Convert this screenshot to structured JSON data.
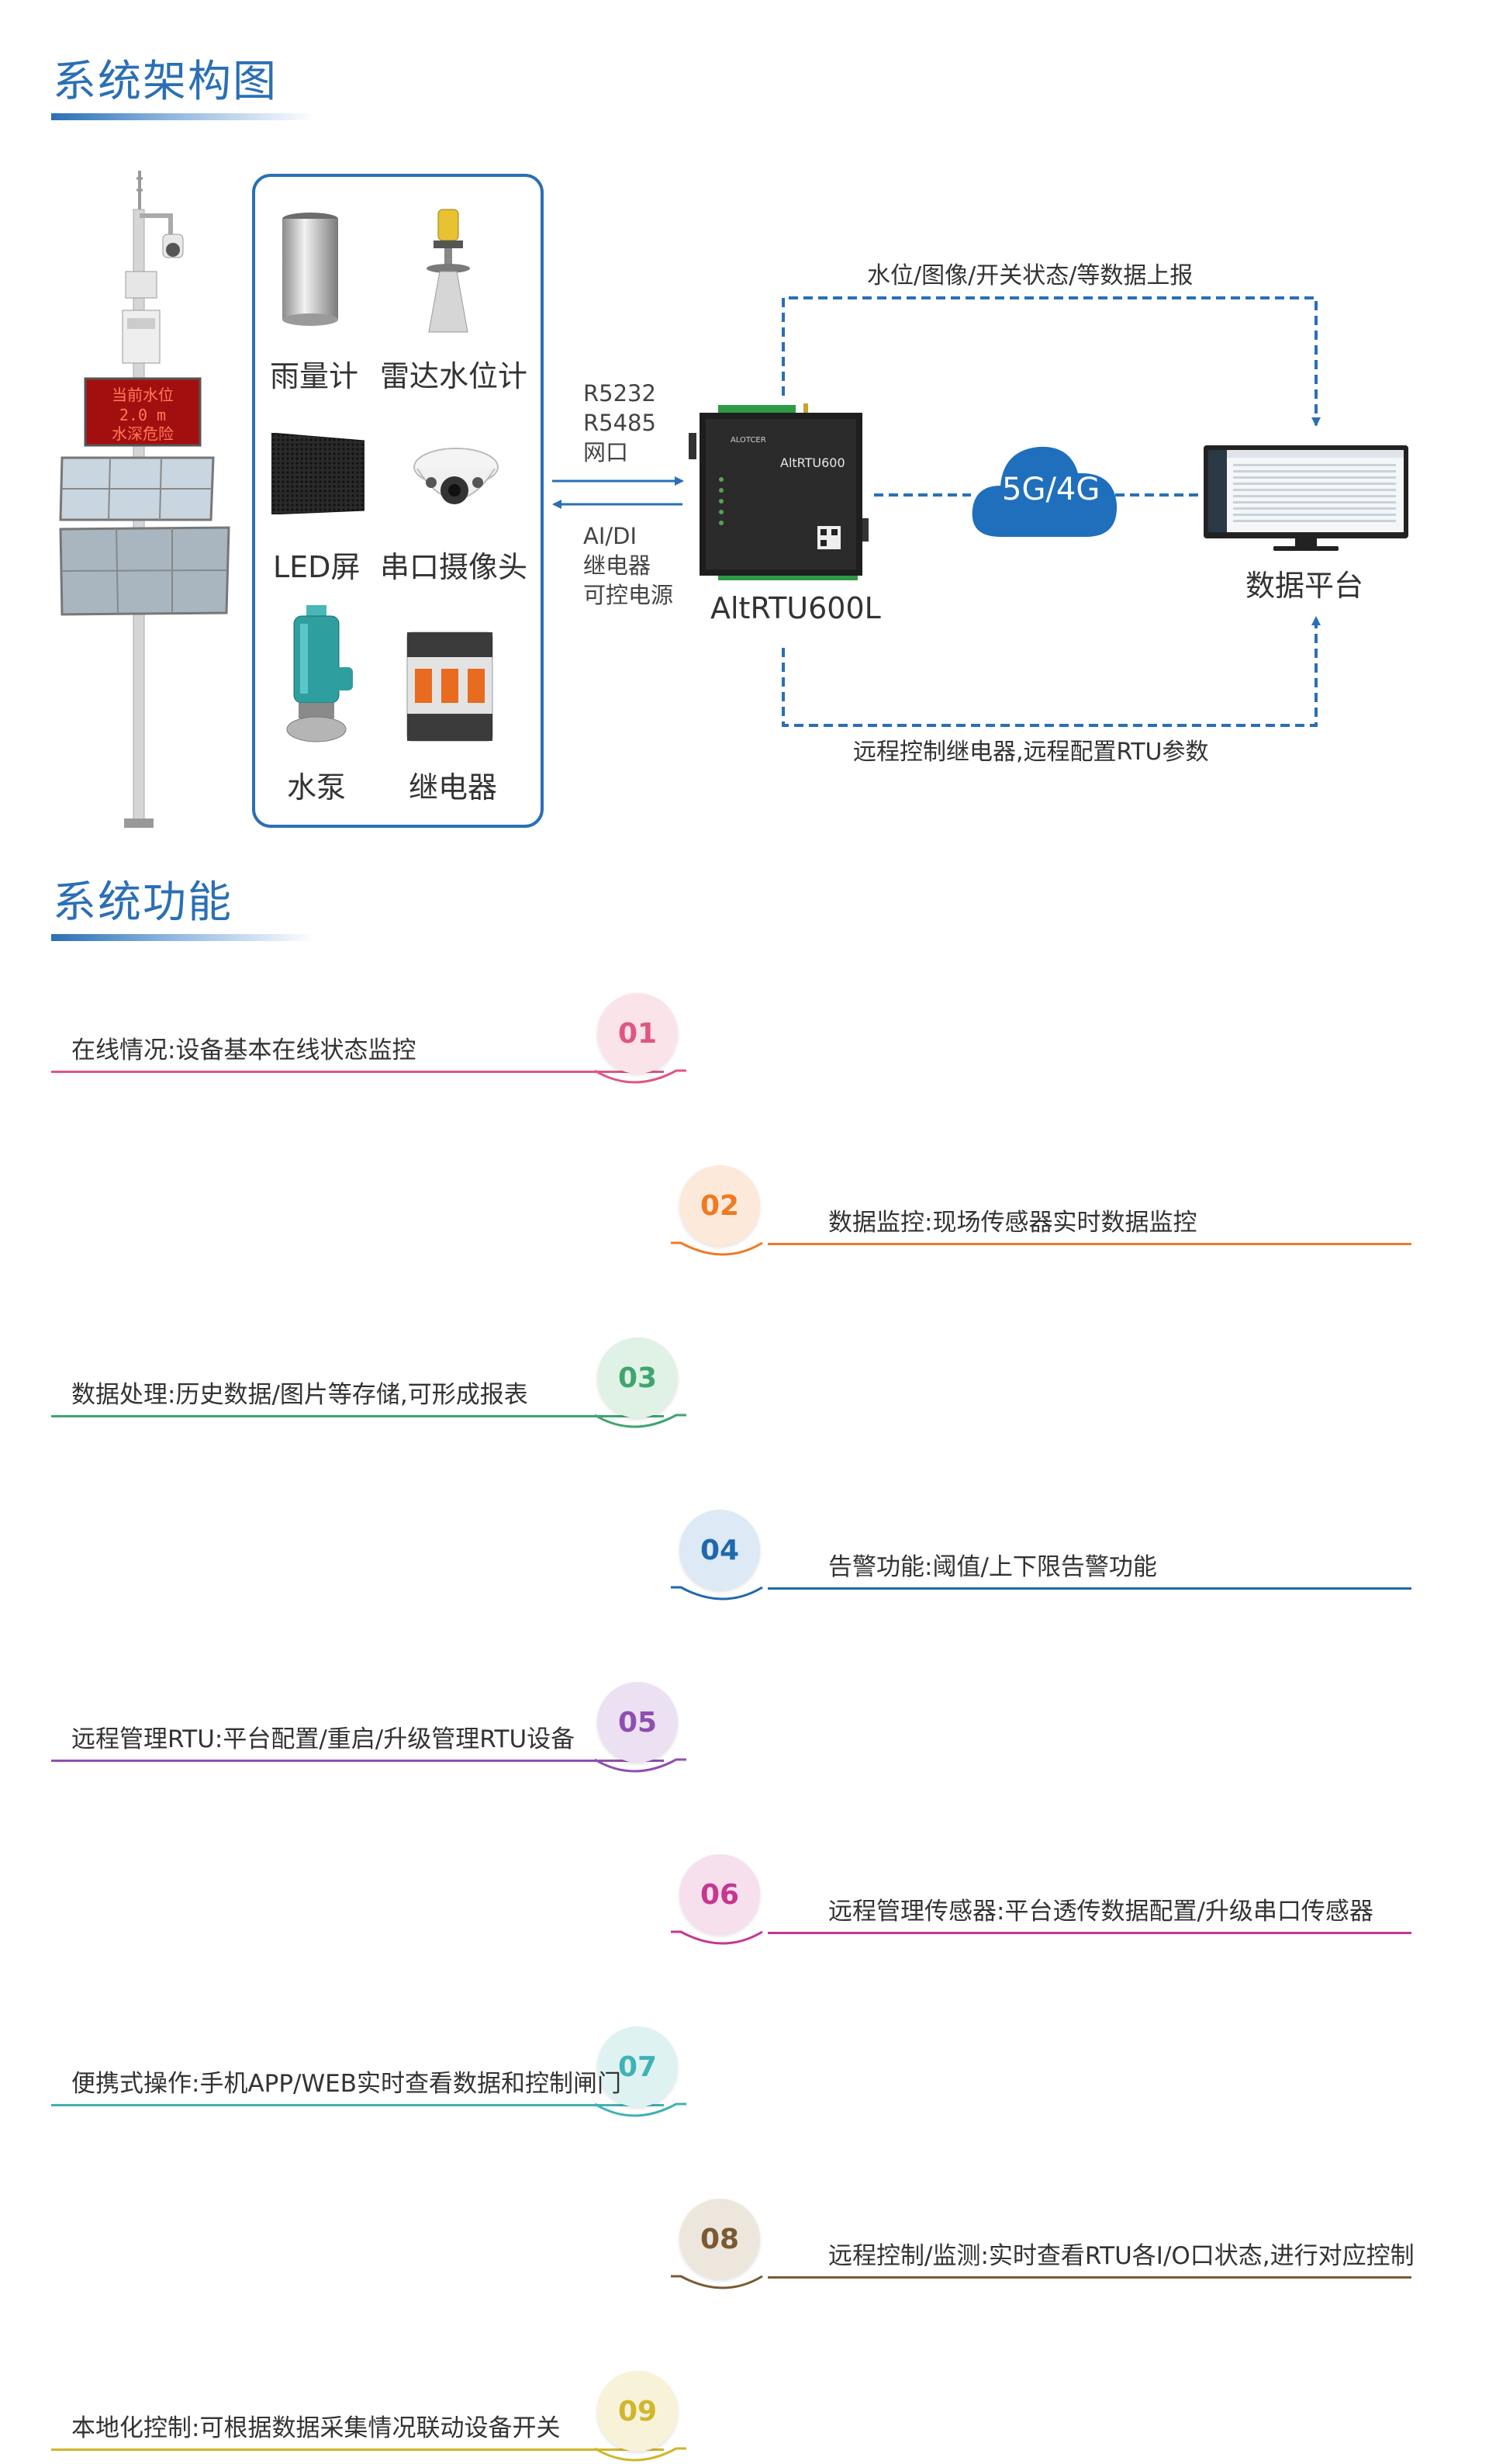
{
  "sections": {
    "architecture_title": "系统架构图",
    "functions_title": "系统功能"
  },
  "devices": [
    {
      "label": "雨量计"
    },
    {
      "label": "雷达水位计"
    },
    {
      "label": "LED屏"
    },
    {
      "label": "串口摄像头"
    },
    {
      "label": "水泵"
    },
    {
      "label": "继电器"
    }
  ],
  "led_board": {
    "line1": "当前水位",
    "line2": "2.0 m",
    "line3": "水深危险"
  },
  "interfaces": {
    "upstream": [
      "R5232",
      "R5485",
      "网口"
    ],
    "downstream": [
      "AI/DI",
      "继电器",
      "可控电源"
    ]
  },
  "rtu": {
    "name": "AltRTU600L",
    "device_print": "AltRTU600",
    "brand": "ALOTCER"
  },
  "network": {
    "cloud_label": "5G/4G"
  },
  "platform": {
    "label": "数据平台"
  },
  "flows": {
    "upload": "水位/图像/开关状态/等数据上报",
    "control": "远程控制继电器,远程配置RTU参数"
  },
  "functions": [
    {
      "num": "01",
      "text": "在线情况:设备基本在线状态监控",
      "color": "#e0567f",
      "bg": "#fbe3ea"
    },
    {
      "num": "02",
      "text": "数据监控:现场传感器实时数据监控",
      "color": "#ef7a23",
      "bg": "#fde9d9"
    },
    {
      "num": "03",
      "text": "数据处理:历史数据/图片等存储,可形成报表",
      "color": "#3ea56e",
      "bg": "#e0f1e6"
    },
    {
      "num": "04",
      "text": "告警功能:阈值/上下限告警功能",
      "color": "#1f68ae",
      "bg": "#dde9f5"
    },
    {
      "num": "05",
      "text": "远程管理RTU:平台配置/重启/升级管理RTU设备",
      "color": "#8e4fb0",
      "bg": "#ece1f2"
    },
    {
      "num": "06",
      "text": "远程管理传感器:平台透传数据配置/升级串口传感器",
      "color": "#c6378f",
      "bg": "#f6e0ee"
    },
    {
      "num": "07",
      "text": "便携式操作:手机APP/WEB实时查看数据和控制闸门",
      "color": "#3fb2b6",
      "bg": "#dff2f2"
    },
    {
      "num": "08",
      "text": "远程控制/监测:实时查看RTU各I/O口状态,进行对应控制",
      "color": "#7a5a33",
      "bg": "#ece6dd"
    },
    {
      "num": "09",
      "text": "本地化控制:可根据数据采集情况联动设备开关",
      "color": "#cfb62c",
      "bg": "#f7f2d8"
    }
  ]
}
